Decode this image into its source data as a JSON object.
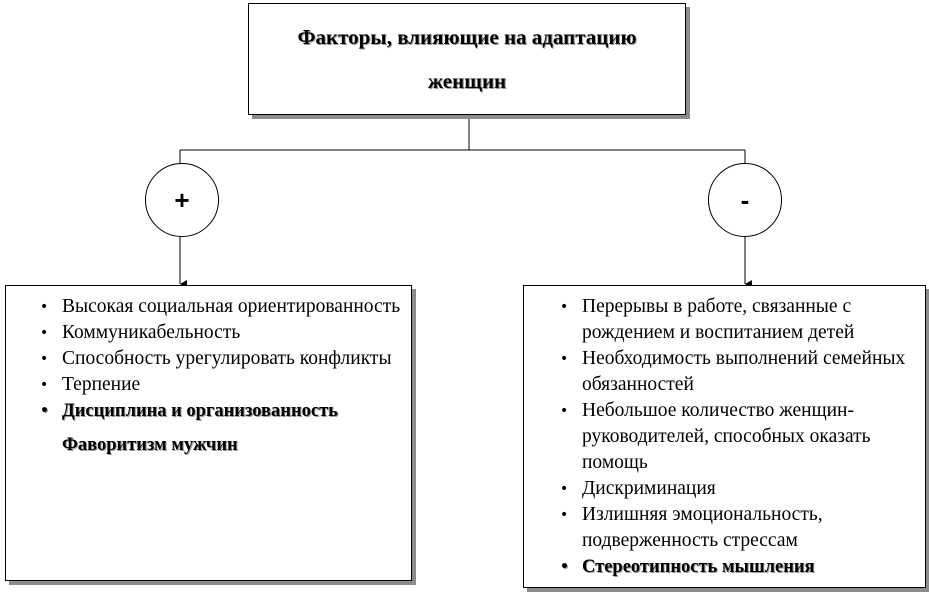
{
  "title": "Факторы, влияющие на адаптацию женщин",
  "positive": {
    "symbol": "+",
    "items": [
      {
        "text": "Высокая социальная ориентированность",
        "bold": false
      },
      {
        "text": "Коммуникабельность",
        "bold": false
      },
      {
        "text": "Способность урегулировать конфликты",
        "bold": false
      },
      {
        "text": "Терпение",
        "bold": false
      },
      {
        "text": "Дисциплина и организованность",
        "bold": true
      }
    ],
    "extra": "Фаворитизм мужчин"
  },
  "negative": {
    "symbol": "-",
    "items": [
      {
        "text": "Перерывы в работе, связанные с рождением и воспитанием детей",
        "bold": false
      },
      {
        "text": "Необходимость выполнений семейных обязанностей",
        "bold": false
      },
      {
        "text": "Небольшое количество женщин-руководителей, способных оказать помощь",
        "bold": false
      },
      {
        "text": "Дискриминация",
        "bold": false
      },
      {
        "text": "Излишняя эмоциональность, подверженность стрессам",
        "bold": false
      },
      {
        "text": "Стереотипность мышления",
        "bold": true
      }
    ]
  }
}
